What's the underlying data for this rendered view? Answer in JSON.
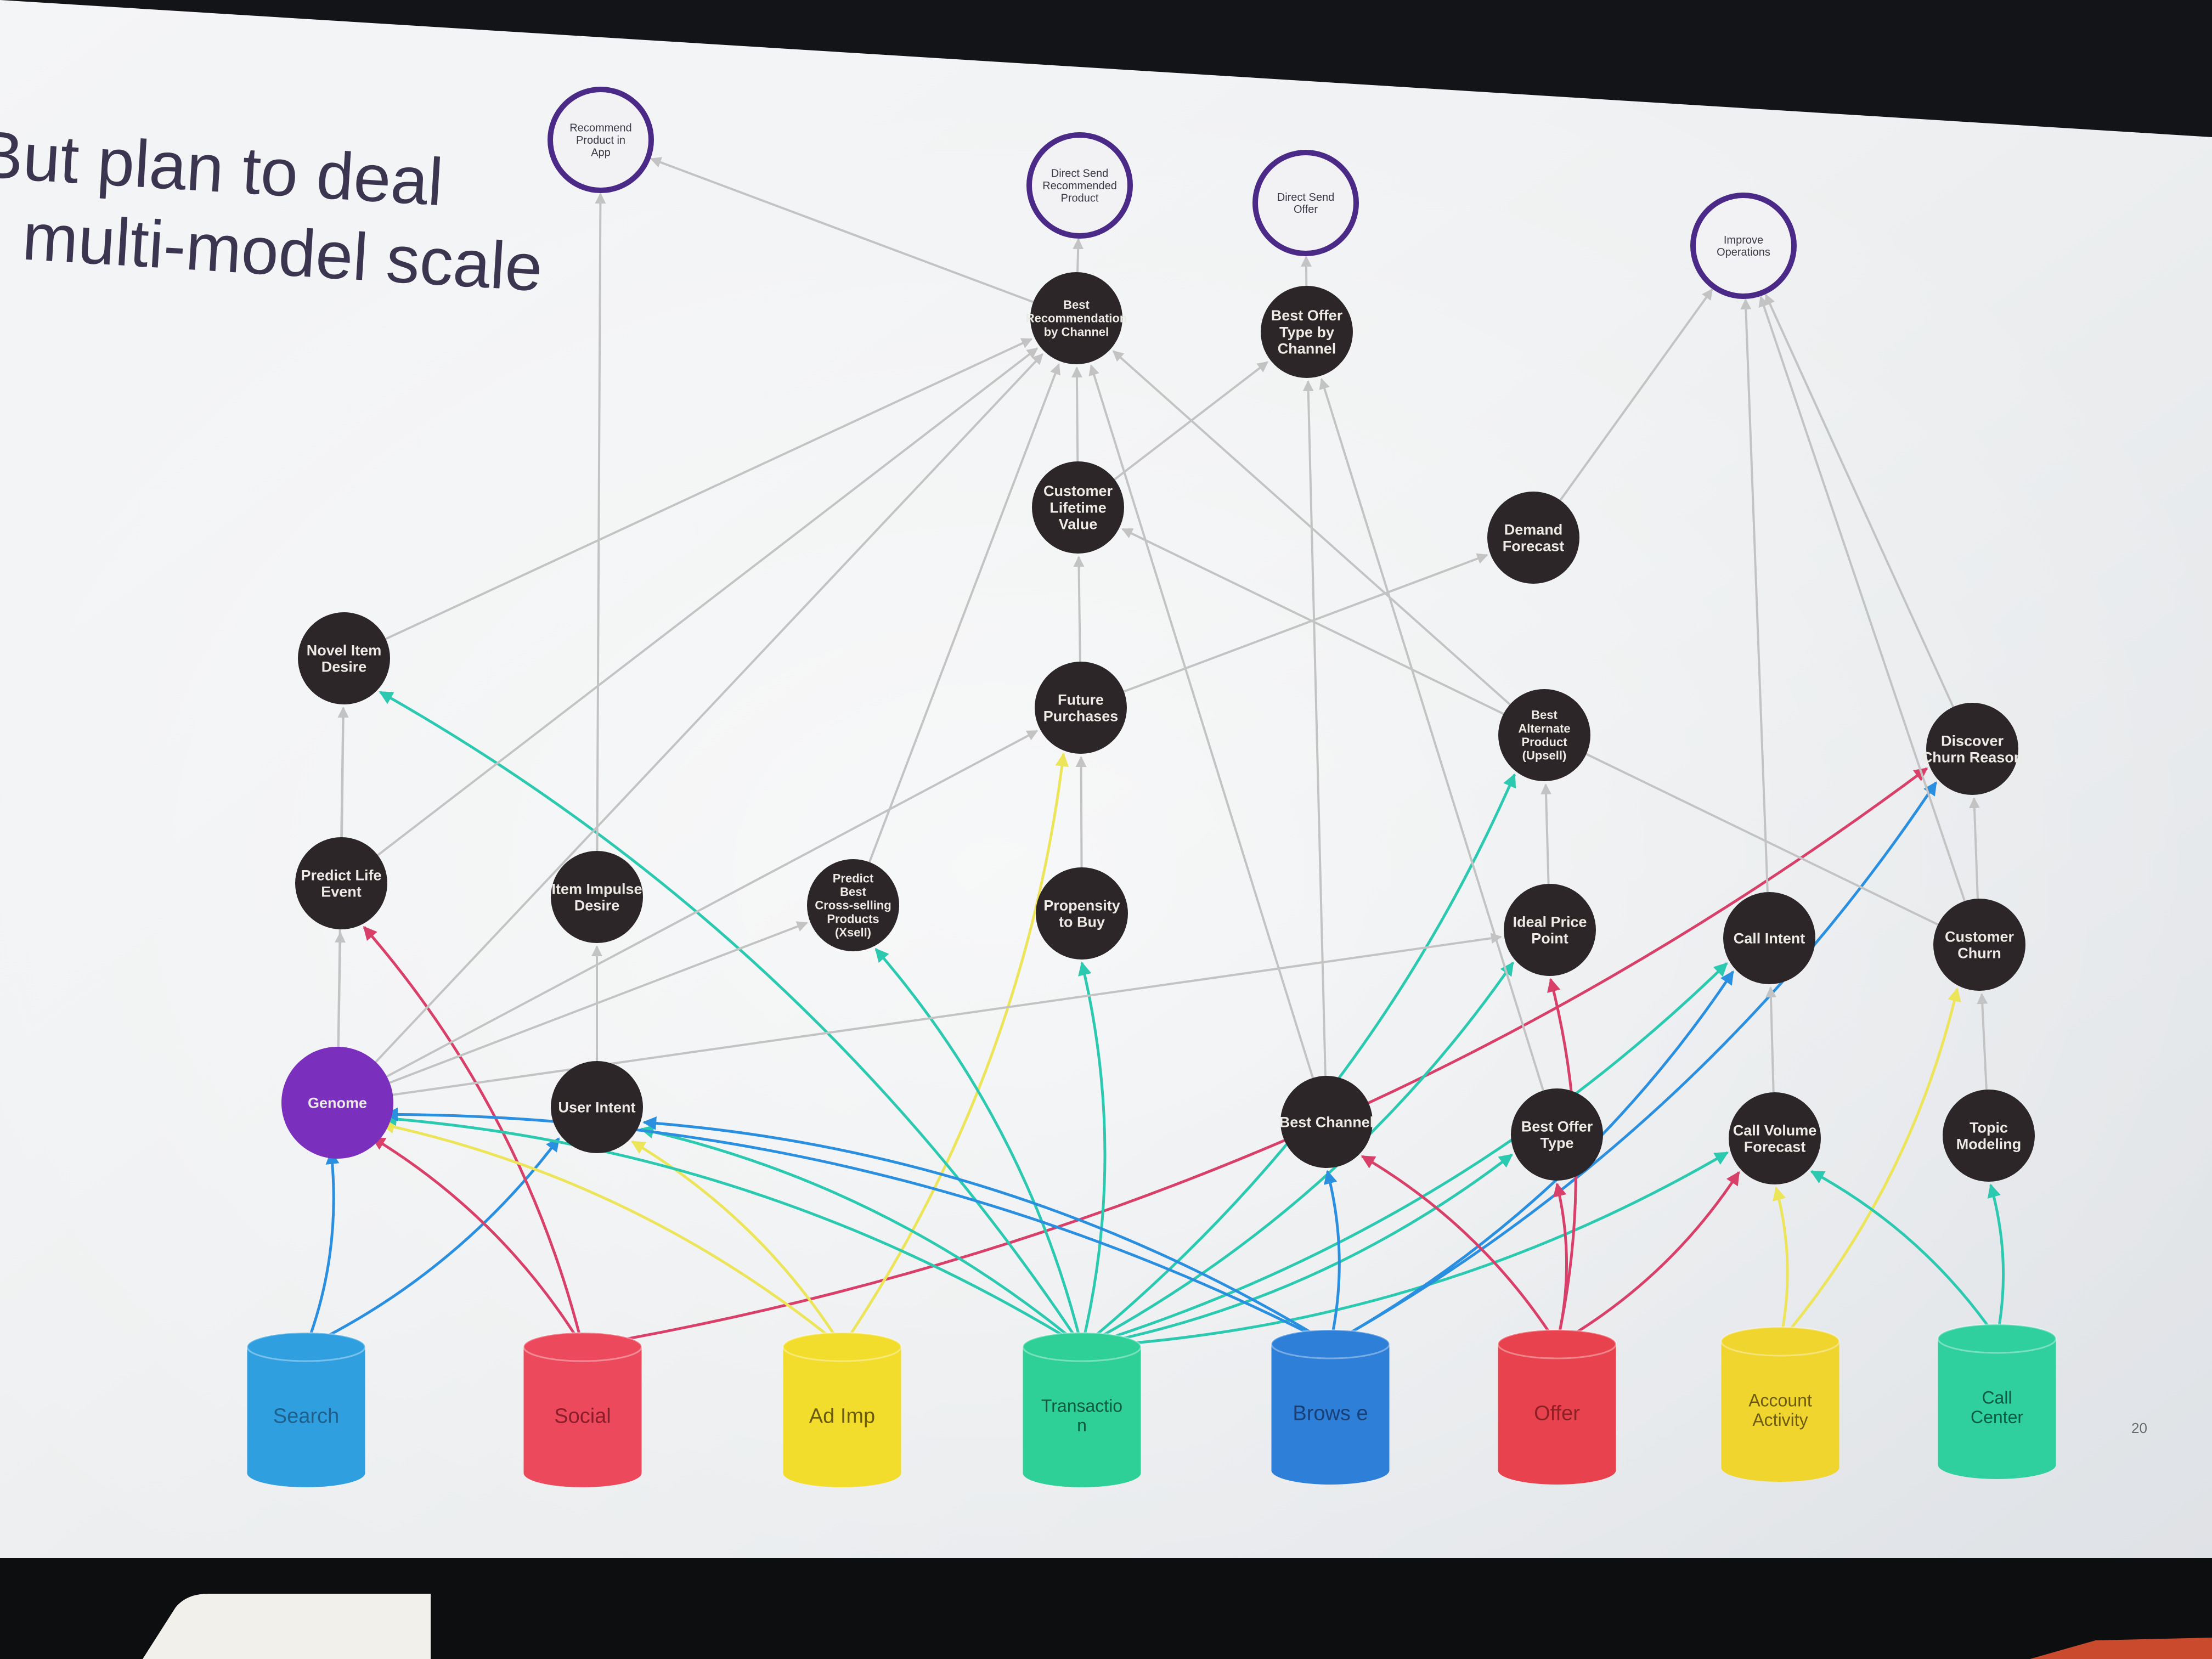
{
  "slide": {
    "title_line1": "But plan to deal",
    "title_line2": "multi-model scale",
    "page_number": "20"
  },
  "colors": {
    "search": "#2f9fe0",
    "social": "#ec4a5c",
    "ad_imp": "#f3dd2c",
    "transaction": "#2fcf98",
    "browse": "#2e7fd8",
    "offer": "#e8424e",
    "account_activity": "#f0d52f",
    "call_center": "#2fcf9e",
    "genome": "#7b2fbd",
    "model_node": "#2d2628",
    "outcome_ring": "#4a2a86",
    "edge_gray": "#c3c3c3",
    "edge_blue": "#2b8fe0",
    "edge_teal": "#2bc9b0",
    "edge_yellow": "#ece55a",
    "edge_red": "#d8406a"
  },
  "sources": [
    {
      "id": "search",
      "label": "Search"
    },
    {
      "id": "social",
      "label": "Social"
    },
    {
      "id": "adimp",
      "label": "Ad Imp"
    },
    {
      "id": "transaction",
      "label": "Transactio n"
    },
    {
      "id": "browse",
      "label": "Brows e"
    },
    {
      "id": "offer",
      "label": "Offer"
    },
    {
      "id": "account",
      "label": "Account Activity"
    },
    {
      "id": "callcenter",
      "label": "Call Center"
    }
  ],
  "models": [
    {
      "id": "genome",
      "label": "Genome"
    },
    {
      "id": "user_intent",
      "label": "User Intent"
    },
    {
      "id": "best_channel",
      "label": "Best Channel"
    },
    {
      "id": "best_offer_type",
      "label": "Best Offer Type"
    },
    {
      "id": "call_volume",
      "label": "Call Volume Forecast"
    },
    {
      "id": "topic_modeling",
      "label": "Topic Modeling"
    },
    {
      "id": "predict_life",
      "label": "Predict Life Event"
    },
    {
      "id": "item_impulse",
      "label": "Item Impulse Desire"
    },
    {
      "id": "predict_xsell",
      "label": "Predict Best Cross-selling Products (Xsell)"
    },
    {
      "id": "propensity",
      "label": "Propensity to Buy"
    },
    {
      "id": "ideal_price",
      "label": "Ideal Price Point"
    },
    {
      "id": "call_intent",
      "label": "Call Intent"
    },
    {
      "id": "customer_churn",
      "label": "Customer Churn"
    },
    {
      "id": "novel_item",
      "label": "Novel Item Desire"
    },
    {
      "id": "future_purchases",
      "label": "Future Purchases"
    },
    {
      "id": "best_alt",
      "label": "Best Alternate Product (Upsell)"
    },
    {
      "id": "discover_churn",
      "label": "Discover Churn Reason"
    },
    {
      "id": "clv",
      "label": "Customer Lifetime Value"
    },
    {
      "id": "demand",
      "label": "Demand Forecast"
    },
    {
      "id": "best_rec",
      "label": "Best Recommendation by Channel"
    },
    {
      "id": "best_offer_channel",
      "label": "Best Offer Type by Channel"
    }
  ],
  "outcomes": [
    {
      "id": "rec_app",
      "label": "Recommend Product in App"
    },
    {
      "id": "direct_rec",
      "label": "Direct Send Recommended Product"
    },
    {
      "id": "direct_offer",
      "label": "Direct Send Offer"
    },
    {
      "id": "improve_ops",
      "label": "Improve Operations"
    }
  ],
  "edges": [
    {
      "from": "search",
      "to": "genome",
      "color": "blue"
    },
    {
      "from": "search",
      "to": "user_intent",
      "color": "blue"
    },
    {
      "from": "social",
      "to": "genome",
      "color": "red"
    },
    {
      "from": "social",
      "to": "predict_life",
      "color": "red"
    },
    {
      "from": "social",
      "to": "discover_churn",
      "color": "red"
    },
    {
      "from": "adimp",
      "to": "genome",
      "color": "yellow"
    },
    {
      "from": "adimp",
      "to": "user_intent",
      "color": "yellow"
    },
    {
      "from": "adimp",
      "to": "future_purchases",
      "color": "yellow"
    },
    {
      "from": "transaction",
      "to": "genome",
      "color": "teal"
    },
    {
      "from": "transaction",
      "to": "user_intent",
      "color": "teal"
    },
    {
      "from": "transaction",
      "to": "novel_item",
      "color": "teal"
    },
    {
      "from": "transaction",
      "to": "predict_xsell",
      "color": "teal"
    },
    {
      "from": "transaction",
      "to": "propensity",
      "color": "teal"
    },
    {
      "from": "transaction",
      "to": "best_alt",
      "color": "teal"
    },
    {
      "from": "transaction",
      "to": "ideal_price",
      "color": "teal"
    },
    {
      "from": "transaction",
      "to": "call_intent",
      "color": "teal"
    },
    {
      "from": "transaction",
      "to": "best_offer_type",
      "color": "teal"
    },
    {
      "from": "transaction",
      "to": "call_volume",
      "color": "teal"
    },
    {
      "from": "browse",
      "to": "genome",
      "color": "blue"
    },
    {
      "from": "browse",
      "to": "user_intent",
      "color": "blue"
    },
    {
      "from": "browse",
      "to": "best_channel",
      "color": "blue"
    },
    {
      "from": "browse",
      "to": "call_intent",
      "color": "blue"
    },
    {
      "from": "browse",
      "to": "discover_churn",
      "color": "blue"
    },
    {
      "from": "offer",
      "to": "best_channel",
      "color": "red"
    },
    {
      "from": "offer",
      "to": "best_offer_type",
      "color": "red"
    },
    {
      "from": "offer",
      "to": "ideal_price",
      "color": "red"
    },
    {
      "from": "offer",
      "to": "call_volume",
      "color": "red"
    },
    {
      "from": "account",
      "to": "call_volume",
      "color": "yellow"
    },
    {
      "from": "account",
      "to": "customer_churn",
      "color": "yellow"
    },
    {
      "from": "callcenter",
      "to": "call_volume",
      "color": "teal"
    },
    {
      "from": "callcenter",
      "to": "topic_modeling",
      "color": "teal"
    },
    {
      "from": "genome",
      "to": "predict_life",
      "color": "gray"
    },
    {
      "from": "genome",
      "to": "novel_item",
      "color": "gray"
    },
    {
      "from": "genome",
      "to": "predict_xsell",
      "color": "gray"
    },
    {
      "from": "genome",
      "to": "future_purchases",
      "color": "gray"
    },
    {
      "from": "genome",
      "to": "ideal_price",
      "color": "gray"
    },
    {
      "from": "genome",
      "to": "best_rec",
      "color": "gray"
    },
    {
      "from": "user_intent",
      "to": "item_impulse",
      "color": "gray"
    },
    {
      "from": "item_impulse",
      "to": "rec_app",
      "color": "gray"
    },
    {
      "from": "predict_life",
      "to": "novel_item",
      "color": "gray"
    },
    {
      "from": "predict_life",
      "to": "best_rec",
      "color": "gray"
    },
    {
      "from": "novel_item",
      "to": "best_rec",
      "color": "gray"
    },
    {
      "from": "predict_xsell",
      "to": "best_rec",
      "color": "gray"
    },
    {
      "from": "propensity",
      "to": "future_purchases",
      "color": "gray"
    },
    {
      "from": "future_purchases",
      "to": "clv",
      "color": "gray"
    },
    {
      "from": "future_purchases",
      "to": "demand",
      "color": "gray"
    },
    {
      "from": "clv",
      "to": "best_rec",
      "color": "gray"
    },
    {
      "from": "clv",
      "to": "best_offer_channel",
      "color": "gray"
    },
    {
      "from": "best_channel",
      "to": "best_offer_channel",
      "color": "gray"
    },
    {
      "from": "best_channel",
      "to": "best_rec",
      "color": "gray"
    },
    {
      "from": "best_offer_type",
      "to": "best_offer_channel",
      "color": "gray"
    },
    {
      "from": "ideal_price",
      "to": "best_alt",
      "color": "gray"
    },
    {
      "from": "best_alt",
      "to": "best_rec",
      "color": "gray"
    },
    {
      "from": "call_volume",
      "to": "call_intent",
      "color": "gray"
    },
    {
      "from": "call_intent",
      "to": "improve_ops",
      "color": "gray"
    },
    {
      "from": "topic_modeling",
      "to": "customer_churn",
      "color": "gray"
    },
    {
      "from": "customer_churn",
      "to": "discover_churn",
      "color": "gray"
    },
    {
      "from": "customer_churn",
      "to": "clv",
      "color": "gray"
    },
    {
      "from": "customer_churn",
      "to": "improve_ops",
      "color": "gray"
    },
    {
      "from": "discover_churn",
      "to": "improve_ops",
      "color": "gray"
    },
    {
      "from": "demand",
      "to": "improve_ops",
      "color": "gray"
    },
    {
      "from": "best_rec",
      "to": "direct_rec",
      "color": "gray"
    },
    {
      "from": "best_rec",
      "to": "rec_app",
      "color": "gray"
    },
    {
      "from": "best_offer_channel",
      "to": "direct_offer",
      "color": "gray"
    }
  ]
}
